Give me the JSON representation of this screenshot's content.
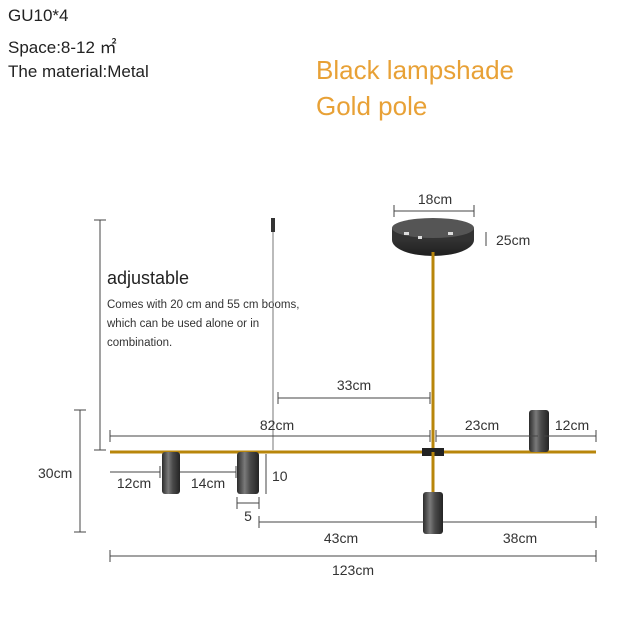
{
  "specs": {
    "line1": "GU10*4",
    "line2": "Space:8-12 ㎡",
    "line3": "The material:Metal"
  },
  "highlight": {
    "line1": "Black lampshade",
    "line2": "Gold pole"
  },
  "adjustable": {
    "title": "adjustable",
    "note": "Comes with 20 cm and 55 cm booms, which can be used alone or in combination."
  },
  "dimensions": {
    "canopy_width": "18cm",
    "canopy_height": "25cm",
    "rod_offset": "33cm",
    "bar_left": "82cm",
    "bar_right": "23cm",
    "shade_right": "12cm",
    "drop_height": "30cm",
    "shade_left_1": "12cm",
    "shade_left_2": "14cm",
    "shade_height": "10",
    "shade_gap": "5",
    "lower_left": "43cm",
    "lower_right": "38cm",
    "total": "123cm"
  },
  "colors": {
    "gold": "#b8860b",
    "shade": "#3f3f3f",
    "accent_text": "#e8a136"
  }
}
